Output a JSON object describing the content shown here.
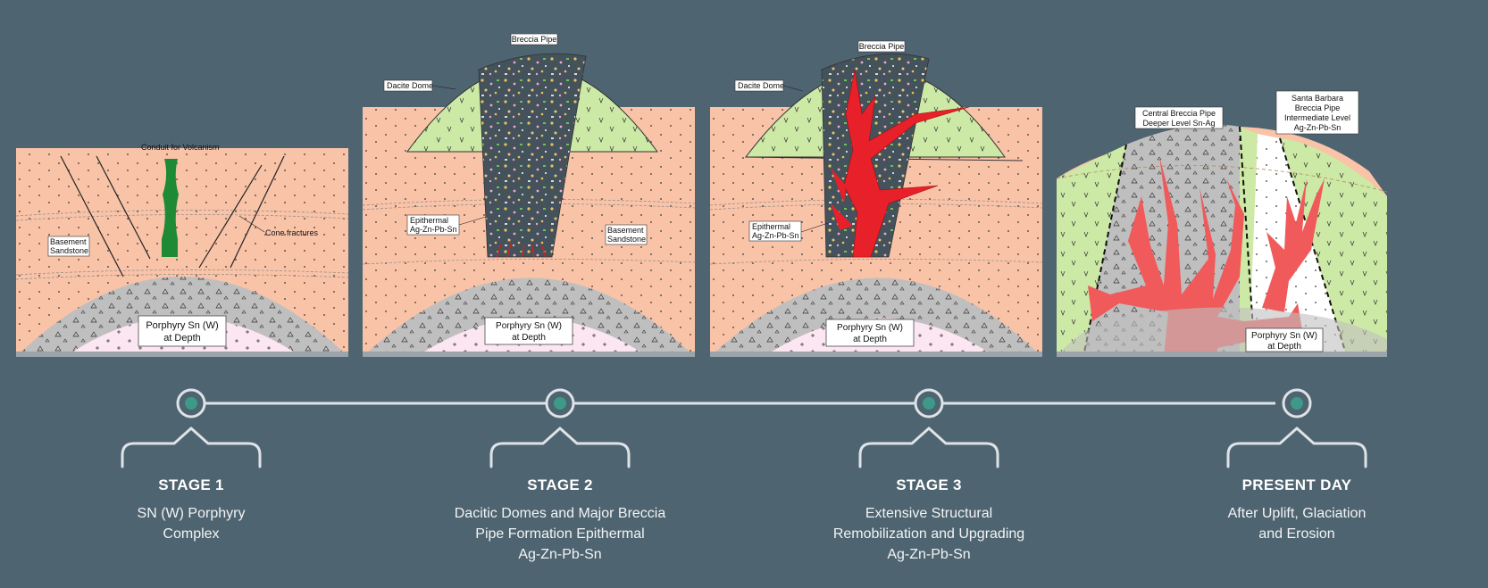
{
  "panels": [
    {
      "labels": {
        "conduit": "Conduit for Volcanism",
        "cone": "Cone fractures",
        "basement": [
          "Basement",
          "Sandstone"
        ],
        "porphyry": [
          "Porphyry Sn (W)",
          "at Depth"
        ]
      }
    },
    {
      "labels": {
        "breccia": "Breccia Pipe",
        "dacite": "Dacite Dome",
        "epithermal": [
          "Epithermal",
          "Ag-Zn-Pb-Sn"
        ],
        "basement": [
          "Basement",
          "Sandstone"
        ],
        "porphyry": [
          "Porphyry Sn (W)",
          "at Depth"
        ]
      }
    },
    {
      "labels": {
        "breccia": "Breccia Pipe",
        "dacite": "Dacite Dome",
        "epithermal": [
          "Epithermal",
          "Ag-Zn-Pb-Sn"
        ],
        "porphyry": [
          "Porphyry Sn (W)",
          "at Depth"
        ]
      }
    },
    {
      "labels": {
        "central": [
          "Central Breccia Pipe",
          "Deeper Level Sn-Ag"
        ],
        "santa": [
          "Santa Barbara",
          "Breccia Pipe",
          "Intermediate Level",
          "Ag-Zn-Pb-Sn"
        ],
        "porphyry": [
          "Porphyry Sn (W)",
          "at Depth"
        ]
      }
    }
  ],
  "stages": [
    {
      "title": "STAGE 1",
      "desc": [
        "SN (W) Porphyry",
        "Complex"
      ]
    },
    {
      "title": "STAGE 2",
      "desc": [
        "Dacitic Domes and Major Breccia",
        "Pipe Formation Epithermal",
        "Ag-Zn-Pb-Sn"
      ]
    },
    {
      "title": "STAGE 3",
      "desc": [
        "Extensive Structural",
        "Remobilization and Upgrading",
        "Ag-Zn-Pb-Sn"
      ]
    },
    {
      "title": "PRESENT DAY",
      "desc": [
        "After Uplift, Glaciation",
        "and Erosion"
      ]
    }
  ],
  "colors": {
    "background": "#4e6470",
    "sandstone": "#f9c3a8",
    "dome": "#cde9a6",
    "shell": "#bfbfbf",
    "porphyry": "#fbe6f2",
    "breccia": "#44525c",
    "vein": "#e8202a",
    "present_vein": "#f05a5a",
    "conduit": "#1e8a36",
    "node": "#3d9a88",
    "line": "#dde3e7"
  }
}
